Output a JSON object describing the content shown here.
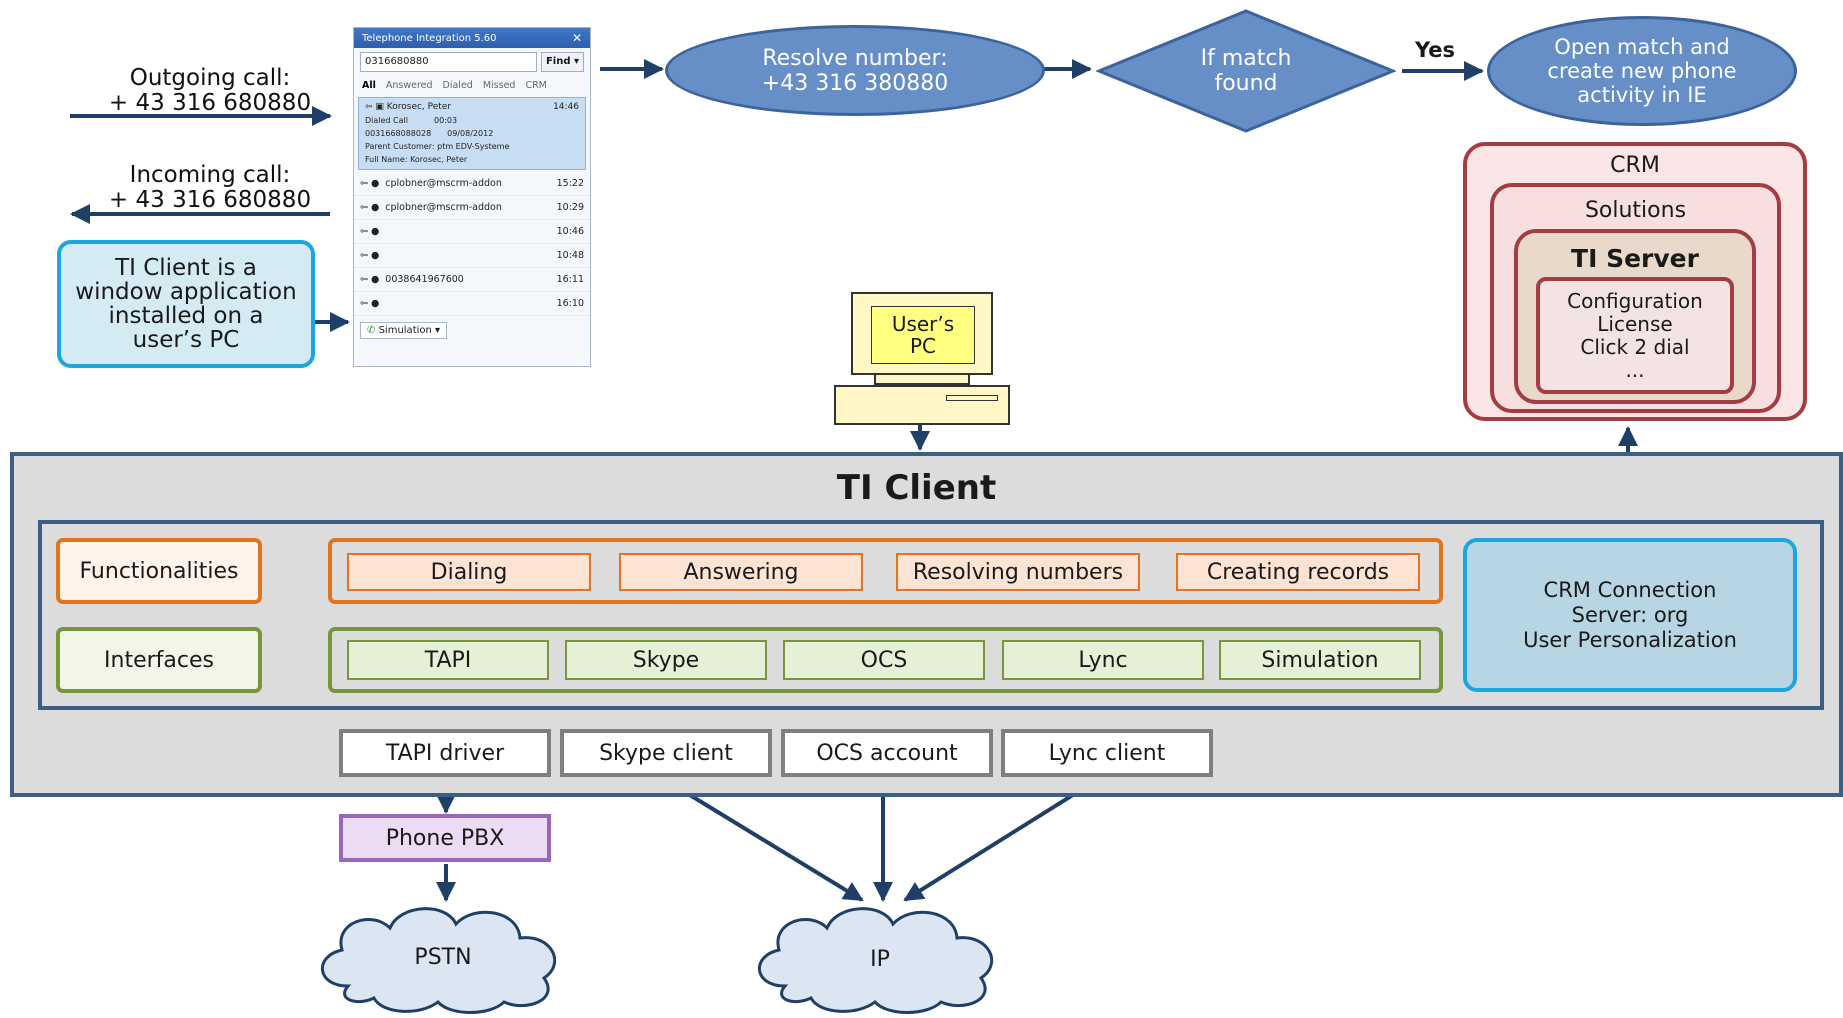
{
  "calls": {
    "outgoing_line1": "Outgoing call:",
    "outgoing_line2": "+ 43 316 680880",
    "incoming_line1": "Incoming call:",
    "incoming_line2": "+ 43 316 680880"
  },
  "note": {
    "line1": "TI Client is a",
    "line2": "window application",
    "line3": "installed on a",
    "line4": "user’s PC"
  },
  "app_window": {
    "title": "Telephone Integration 5.60",
    "search_value": "0316680880",
    "find_label": "Find",
    "tabs": [
      "All",
      "Answered",
      "Dialed",
      "Missed",
      "CRM"
    ],
    "selected": {
      "name": "Korosec, Peter",
      "time": "14:46",
      "type": "Dialed Call",
      "duration": "00:03",
      "number": "0031668088028",
      "date": "09/08/2012",
      "parent": "Parent Customer: ptm EDV-Systeme",
      "fullname": "Full Name: Korosec, Peter"
    },
    "rows": [
      {
        "name": "cplobner@mscrm-addon",
        "time": "15:22"
      },
      {
        "name": "cplobner@mscrm-addon",
        "time": "10:29"
      },
      {
        "name": "",
        "time": "10:46"
      },
      {
        "name": "",
        "time": "10:48"
      },
      {
        "name": "0038641967600",
        "time": "16:11"
      },
      {
        "name": "",
        "time": "16:10"
      }
    ],
    "simulation_label": "Simulation"
  },
  "flow": {
    "resolve_line1": "Resolve number:",
    "resolve_line2": "+43 316 380880",
    "match_line1": "If match",
    "match_line2": "found",
    "yes": "Yes",
    "open_line1": "Open match and",
    "open_line2": "create new phone",
    "open_line3": "activity in IE"
  },
  "crm": {
    "crm": "CRM",
    "solutions": "Solutions",
    "ti_server": "TI Server",
    "config": "Configuration",
    "license": "License",
    "click2dial": "Click 2 dial",
    "more": "..."
  },
  "pc": {
    "line1": "User’s",
    "line2": "PC"
  },
  "ti_client": {
    "title": "TI Client",
    "functionalities": "Functionalities",
    "functions": [
      "Dialing",
      "Answering",
      "Resolving numbers",
      "Creating records"
    ],
    "interfaces": "Interfaces",
    "interface_items": [
      "TAPI",
      "Skype",
      "OCS",
      "Lync",
      "Simulation"
    ],
    "crm_conn_line1": "CRM Connection",
    "crm_conn_line2": "Server: org",
    "crm_conn_line3": "User Personalization"
  },
  "drivers": [
    "TAPI driver",
    "Skype client",
    "OCS account",
    "Lync client"
  ],
  "pbx": "Phone PBX",
  "clouds": {
    "pstn": "PSTN",
    "ip": "IP"
  },
  "colors": {
    "navy": "#1f3f66",
    "ellipse": "#658fc6",
    "crm_red": "#a33d43",
    "orange": "#e3731d",
    "green": "#78963a",
    "note_blue": "#1ba6e0",
    "pbx_purple": "#9966bb",
    "cloud": "#dbe6f2"
  }
}
